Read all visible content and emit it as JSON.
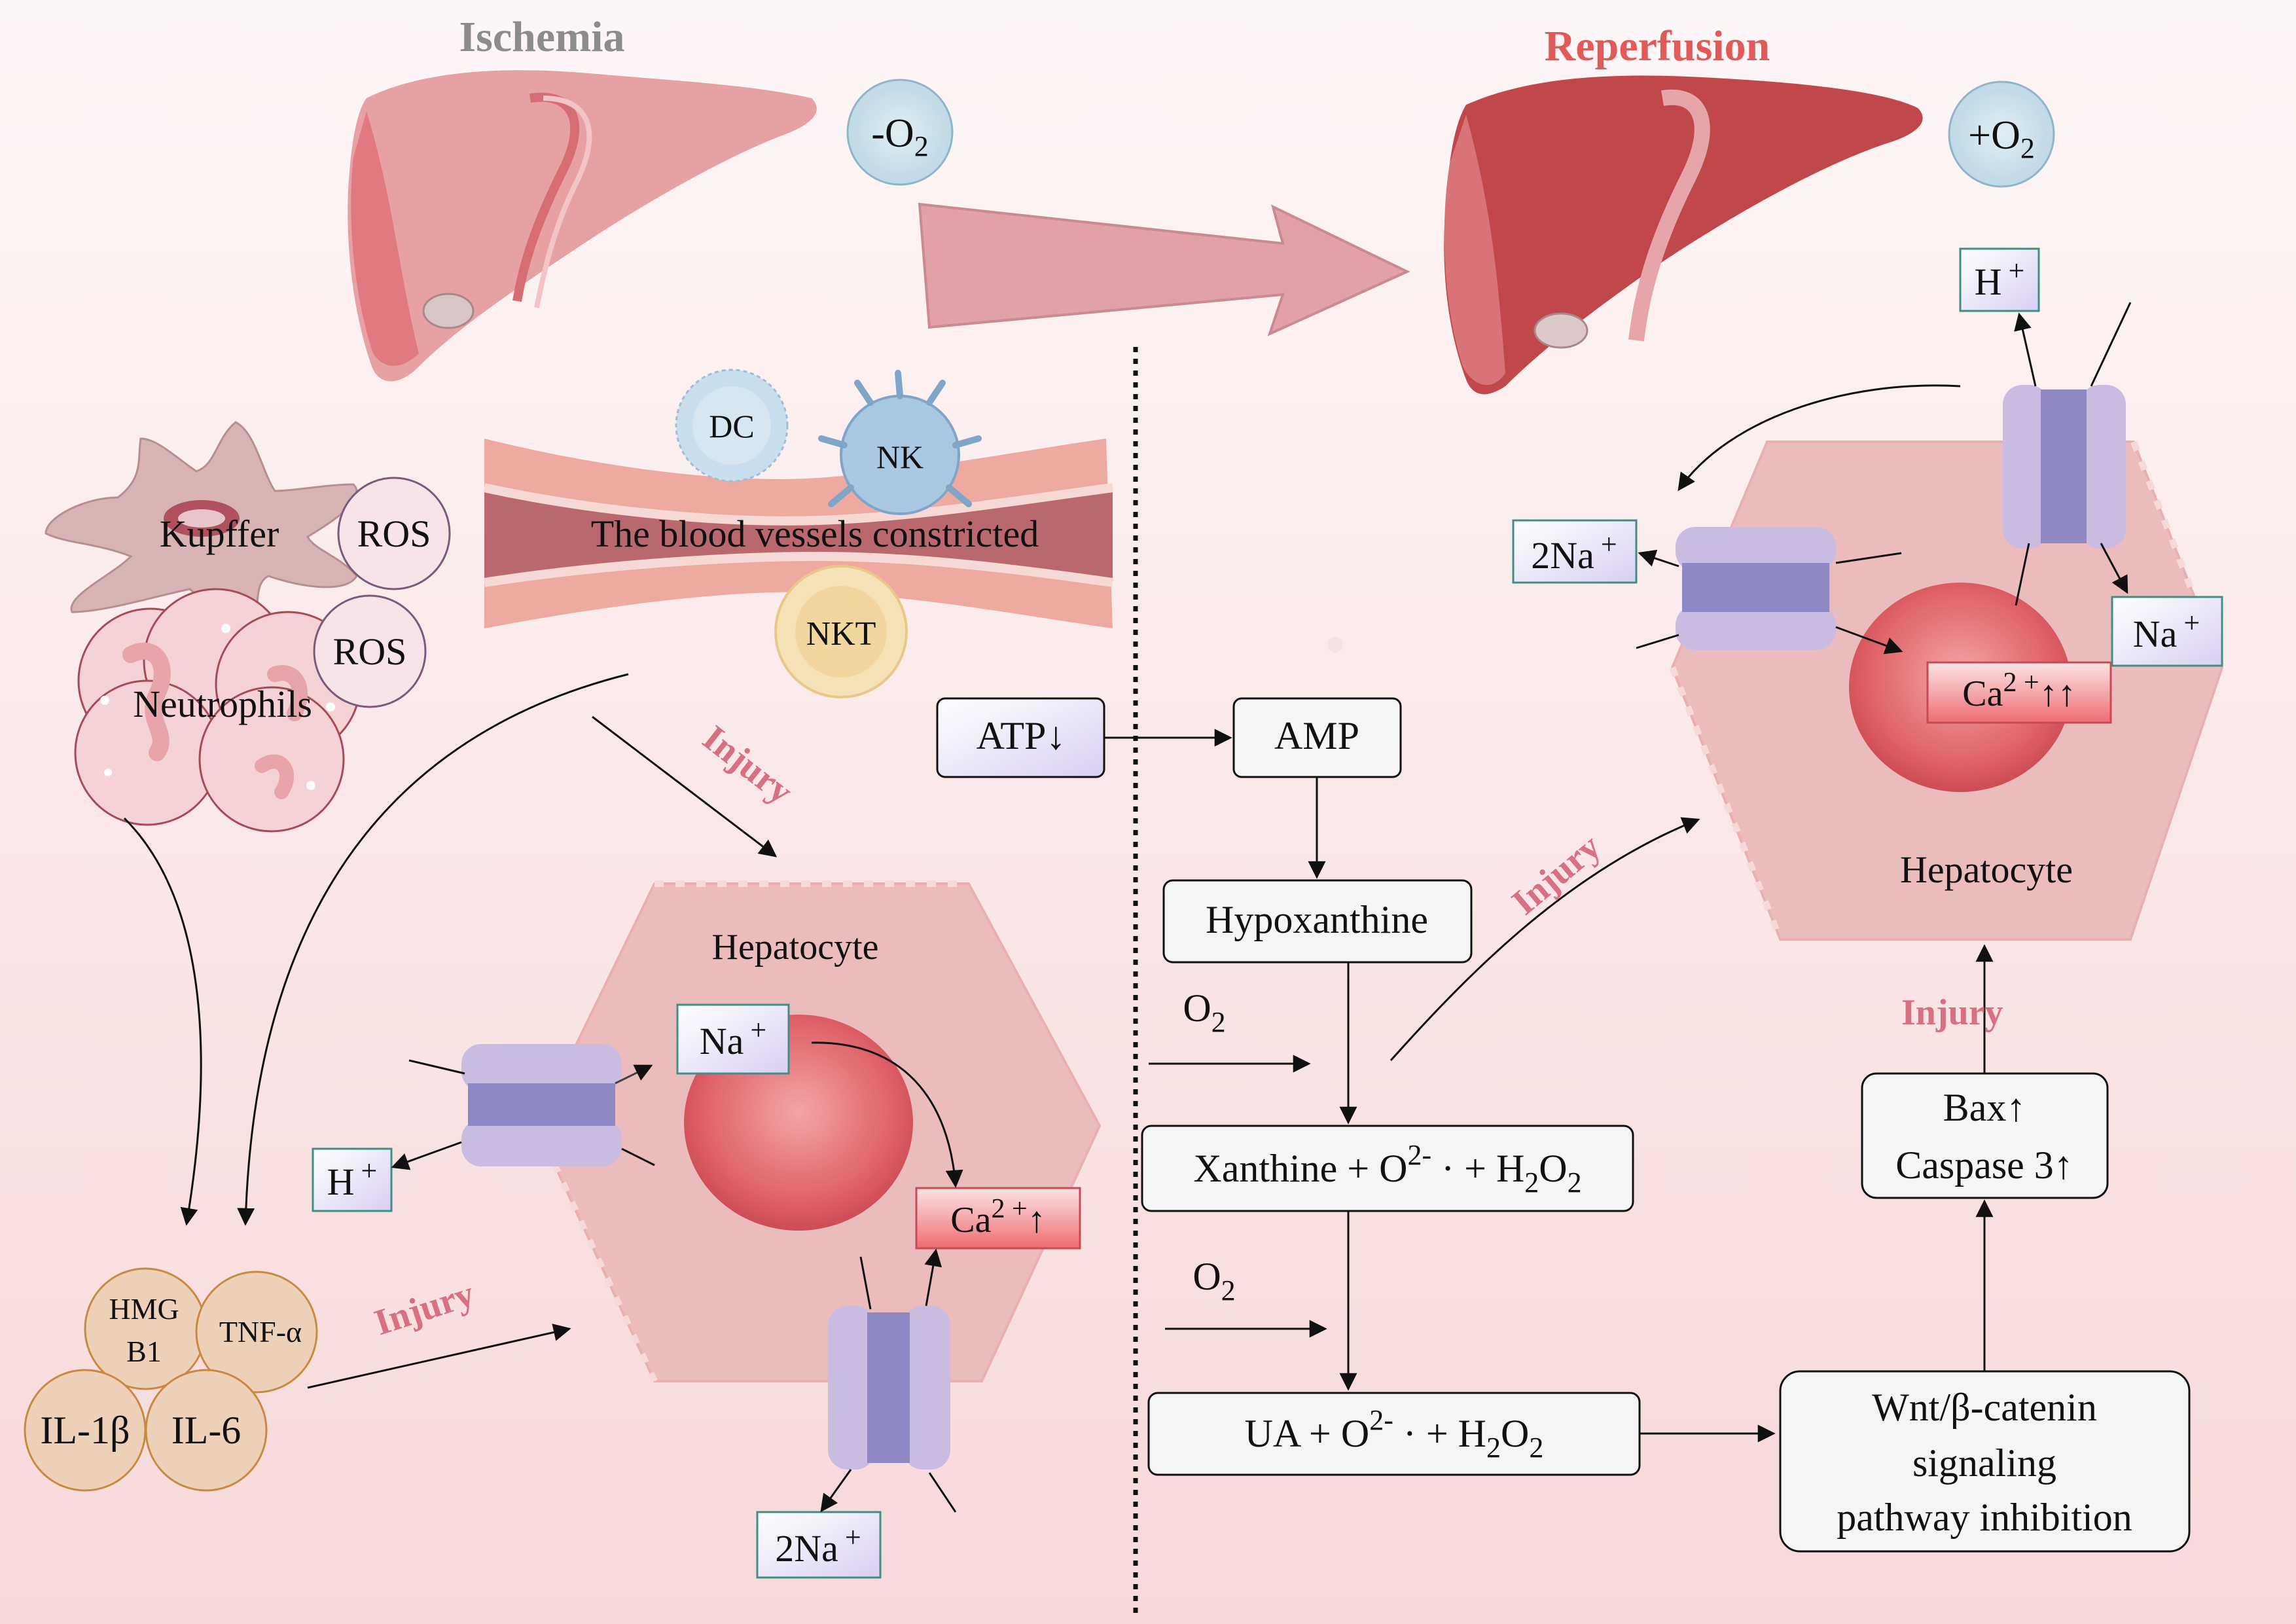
{
  "ischemia": {
    "title": "Ischemia",
    "o2_label": "-O",
    "o2_sub": "2",
    "kupffer": "Kupffer",
    "ros": "ROS",
    "neutrophils": "Neutrophils",
    "dc": "DC",
    "nk": "NK",
    "nkt": "NKT",
    "vessel_label": "The blood vessels constricted",
    "injury": "Injury",
    "hepatocyte": "Hepatocyte",
    "na": "Na",
    "h": "H",
    "two_na": "2Na",
    "plus": "+",
    "ca": "Ca",
    "ca_sup": "2 +",
    "ca_arrow": "↑",
    "cytokines": {
      "hmg_line1": "HMG",
      "hmg_line2": "B1",
      "tnf": "TNF-α",
      "il1": "IL-1β",
      "il6": "IL-6"
    }
  },
  "pathway": {
    "atp": "ATP↓",
    "amp": "AMP",
    "hypoxanthine": "Hypoxanthine",
    "o2": "O",
    "o2_sub": "2",
    "xanthine": "Xanthine + O",
    "xanthine_sup": "2-",
    "xanthine_rest": " ·  + H",
    "ua": "UA + O",
    "ua_sup": "2-",
    "ua_rest": " ·  + H",
    "h2o2_sub1": "2",
    "h2o2_o": "O",
    "h2o2_sub2": "2",
    "injury": "Injury",
    "wnt_line1": "Wnt/β-catenin",
    "wnt_line2": "signaling",
    "wnt_line3": "pathway inhibition",
    "bax": "Bax↑",
    "caspase": "Caspase 3↑"
  },
  "reperfusion": {
    "title": "Reperfusion",
    "o2_label": "+O",
    "o2_sub": "2",
    "h": "H",
    "two_na": "2Na",
    "na": "Na",
    "plus": "+",
    "ca": "Ca",
    "ca_sup": "2 +",
    "ca_arrow": "↑↑",
    "hepatocyte": "Hepatocyte",
    "injury": "Injury"
  },
  "colors": {
    "title_ischemia": "#8c8c8c",
    "title_reperfusion": "#e05a5a",
    "injury": "#d77080",
    "liver_pale": "#e6a1a3",
    "liver_dark": "#c0474a",
    "arrow": "#e2a0a8",
    "o2_circle": "#cfe4ee",
    "hepatocyte": "#ebbcbc",
    "nucleus": "#d8545b",
    "channel": "#c9bce0",
    "channel_core": "#8e89c4",
    "cytokine": "#ecd0b8",
    "na_box": "#ece8f8",
    "ca_box": "#f07c80"
  }
}
